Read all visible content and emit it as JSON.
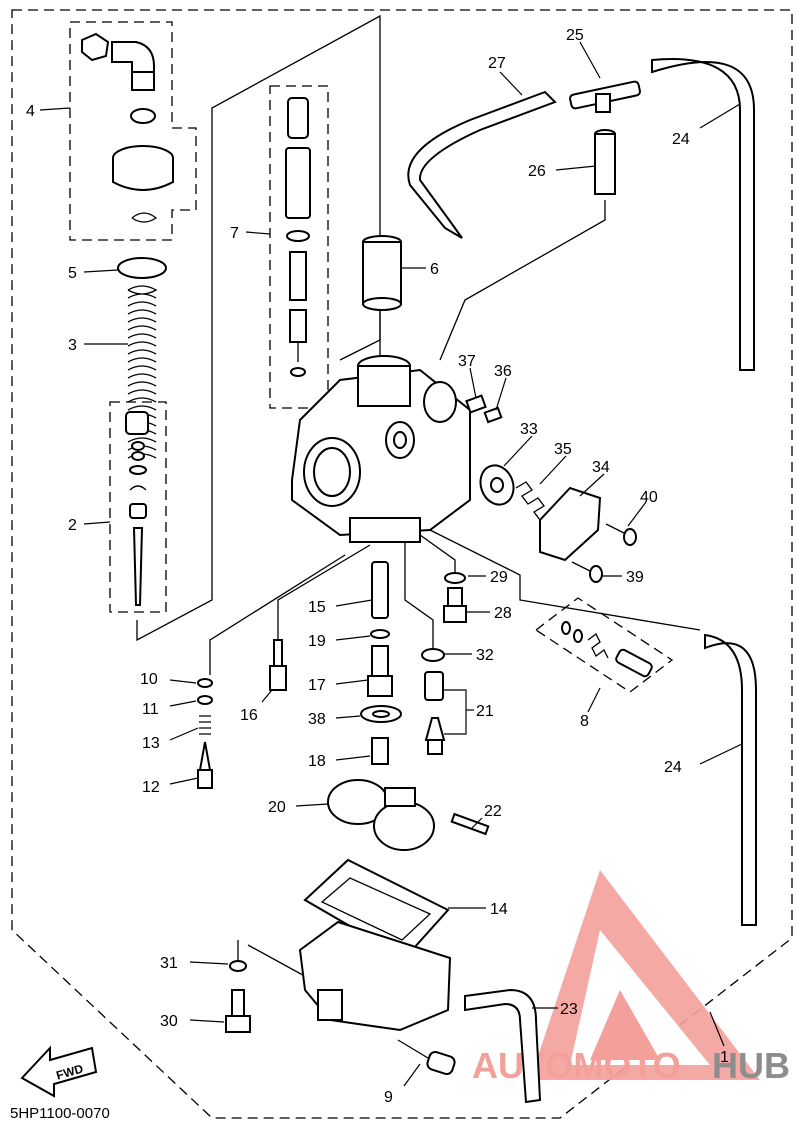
{
  "diagram_code": "5HP1100-0070",
  "fwd_label": "FWD",
  "watermark": {
    "logo_icon": "mountain-triangle-logo",
    "text_left": "AUTOMOTO",
    "text_right": "HUB",
    "accent_color": "#f4a09a",
    "secondary_color": "#8d8d8d"
  },
  "part_numbers": {
    "p1": "1",
    "p2": "2",
    "p3": "3",
    "p4": "4",
    "p5": "5",
    "p6": "6",
    "p7": "7",
    "p8": "8",
    "p9": "9",
    "p10": "10",
    "p11": "11",
    "p12": "12",
    "p13": "13",
    "p14": "14",
    "p15": "15",
    "p16": "16",
    "p17": "17",
    "p18": "18",
    "p19": "19",
    "p20": "20",
    "p21": "21",
    "p22": "22",
    "p23": "23",
    "p24a": "24",
    "p24b": "24",
    "p25": "25",
    "p26": "26",
    "p27": "27",
    "p28": "28",
    "p29": "29",
    "p30": "30",
    "p31": "31",
    "p32": "32",
    "p33": "33",
    "p34": "34",
    "p35": "35",
    "p36": "36",
    "p37": "37",
    "p38": "38",
    "p39": "39",
    "p40": "40"
  }
}
